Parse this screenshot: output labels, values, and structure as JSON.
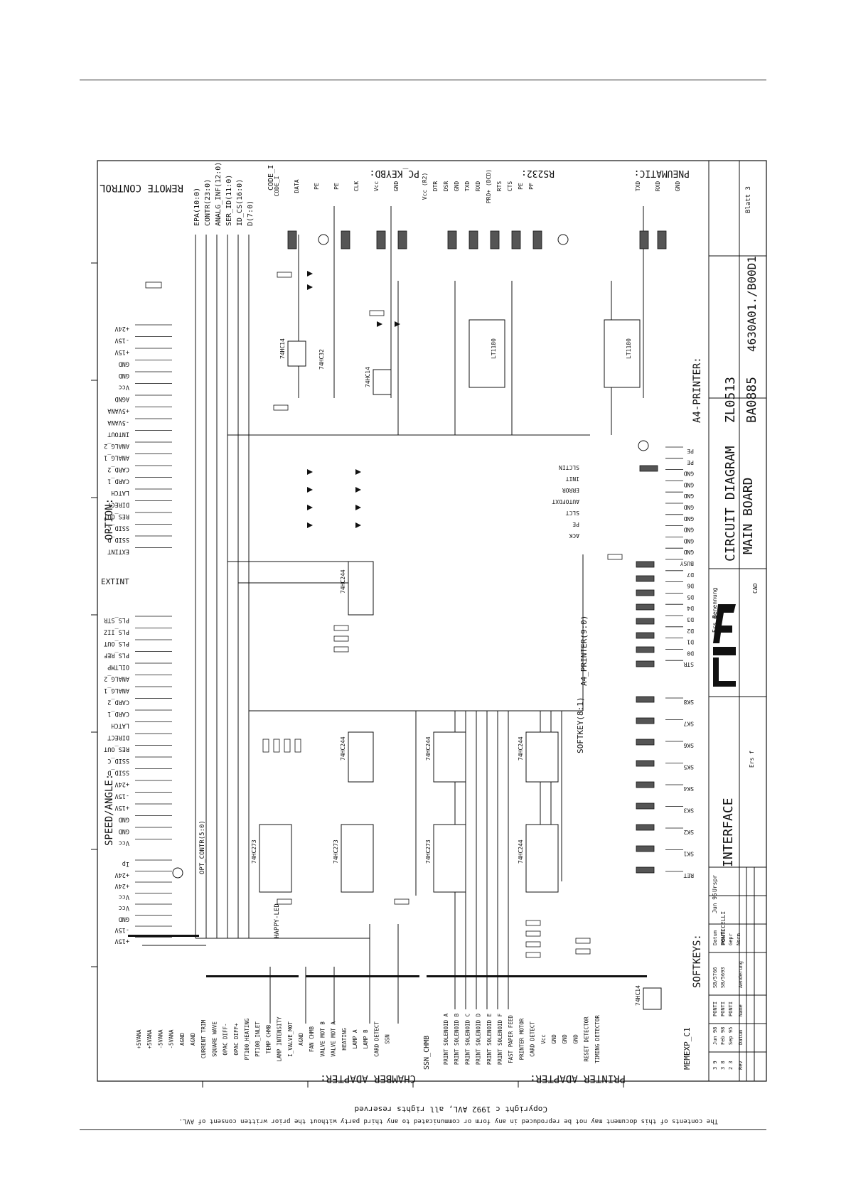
{
  "sheet": {
    "title_block": {
      "circuit_diagram": "CIRCUIT DIAGRAM",
      "main_board": "MAIN BOARD",
      "zl": "ZL0513",
      "ba": "BA0885",
      "number": "4630A01./B00D1",
      "blatt": "Blatt 3",
      "interface": "INTERFACE",
      "softkeys": "SOFTKEYS:",
      "a4_printer": "A4-PRINTER:",
      "date": "Jun 95",
      "author": "PONTICELLI",
      "rev_rows": [
        {
          "rev": "3 9",
          "date": "Jun 98",
          "name": "PONTI",
          "code": "SB/5766"
        },
        {
          "rev": "3 8",
          "date": "Feb 98",
          "name": "PONTI",
          "code": "SB/5693"
        },
        {
          "rev": "2 3",
          "date": "Sep 95",
          "name": "PONTI",
          "code": ""
        }
      ],
      "headers": {
        "rev": "Rev",
        "datum": "Datum",
        "name": "Name",
        "aenderung": "Aenderung"
      },
      "roles": [
        "Datum",
        "Bearb",
        "Gepr",
        "Norm"
      ],
      "ers_f": "Ers f",
      "ers_d": "Ers d",
      "urspr": "Urspr",
      "benennung": "Benennung",
      "cad": "CAD"
    },
    "copyright": "Copyright c 1992 AVL, all rights reserved",
    "legal": "The contents of this document may not be reproduced in any form or communicated to any third party without the prior written consent of AVL.",
    "sections": {
      "remote_control": "REMOTE CONTROL",
      "pc_keybd": "PC_KEYBD:",
      "rs232": "RS232:",
      "pneumatic": "PNEUMATIC:",
      "option": "OPTION:",
      "speed_angle": "SPEED/ANGLE:",
      "chamber_adapter": "CHAMBER ADAPTER:",
      "printer_adapter": "PRINTER ADAPTER:",
      "softkey_bus": "SOFTKEY(8:1)",
      "a4_printer_bus": "A4_PRINTER(9:0)",
      "memexp": "MEMEXP_C1",
      "ssn_chmb": "SSN_CHMB",
      "extint": "EXTINT",
      "opt_contr": "OPT_CONTR(5:0)",
      "happy_led": "HAPPY-LED"
    },
    "buses": [
      "EPA(10:0)",
      "CONTR(23:0)",
      "ANALG_INF(12:0)",
      "SER_ID(11:0)",
      "ID_CS(16:0)",
      "D(7:0)",
      "CODE_I"
    ],
    "option_pins": [
      "+24V",
      "-15V",
      "+15V",
      "GND",
      "GND",
      "Vcc",
      "AGND",
      "+5VANA",
      "-5VANA",
      "INTOUT",
      "ANALG_2",
      "ANALG_1",
      "CARD_2",
      "CARD_1",
      "LATCH",
      "DIRECT",
      "RES_OUT",
      "SSID_C",
      "SSID_D",
      "EXTINT"
    ],
    "speed_pins": [
      "PLS_STR",
      "PLS_IIZ",
      "PLS_OUT",
      "PLS_REF",
      "OILTMP",
      "ANALG_2",
      "ANALG_1",
      "CARD_2",
      "CARD_1",
      "LATCH",
      "DIRECT",
      "RES_OUT",
      "SSID_C",
      "SSID_D",
      "+24V",
      "-15V",
      "+15V",
      "GND",
      "GND",
      "Vcc"
    ],
    "power_pins": [
      "Ip",
      "+24V",
      "+24V",
      "Vcc",
      "Vcc",
      "GND",
      "-15V",
      "+15V"
    ],
    "chamber_pins": [
      "+5VANA",
      "+5VANA",
      "-5VANA",
      "-5VANA",
      "AGND",
      "AGND",
      "CURRENT TRIM",
      "SQUARE WAVE",
      "OPAC DIFF-",
      "OPAC DIFF+",
      "PT100_HEATING",
      "PT100_INLET",
      "TEMP CHMB",
      "LAMP INTENSITY",
      "I_VALVE_MOT",
      "AGND",
      "FAN CHMB",
      "VALVE MOT B",
      "VALVE MOT A",
      "HEATING",
      "LAMP A",
      "LAMP B",
      "CARD DETECT",
      "SSN"
    ],
    "printer_pins": [
      "PRINT SOLENOID A",
      "PRINT SOLENOID B",
      "PRINT SOLENOID C",
      "PRINT SOLENOID D",
      "PRINT SOLENOID E",
      "PRINT SOLENOID F",
      "FAST PAPER FEED",
      "PRINTER MOTOR",
      "CARD DETECT",
      "Vcc",
      "GND",
      "GND",
      "GND",
      "RESET DETECTOR",
      "TIMING DETECTOR"
    ],
    "keyb_pins": [
      "CODE_I",
      "DATA",
      "PE",
      "PE",
      "CLK",
      "Vcc",
      "GND"
    ],
    "rs232_pins": [
      "Vcc (R2)",
      "DTR",
      "DSR",
      "GND",
      "TXD",
      "RXD",
      "PRO+ (DCD)",
      "RTS",
      "CTS",
      "PE",
      "PF"
    ],
    "pneu_pins": [
      "TXD",
      "RXD",
      "GND"
    ],
    "a4_pins": [
      "PE",
      "PE",
      "GND",
      "GND",
      "GND",
      "GND",
      "GND",
      "GND",
      "GND",
      "GND",
      "BUSY",
      "D7",
      "D6",
      "D5",
      "D4",
      "D3",
      "D2",
      "D1",
      "D0",
      "STR"
    ],
    "a4_signals": [
      "SLCTIN",
      "INIT",
      "ERROR",
      "AUTOFDXT",
      "SLCT",
      "PE",
      "ACK"
    ],
    "softkey_pins": [
      "SK8",
      "SK7",
      "SK6",
      "SK5",
      "SK4",
      "SK3",
      "SK2",
      "SK1",
      "RET"
    ],
    "chip_labels": [
      "74HC273",
      "74HC244",
      "74HC14",
      "74HC32",
      "LT1180"
    ]
  }
}
